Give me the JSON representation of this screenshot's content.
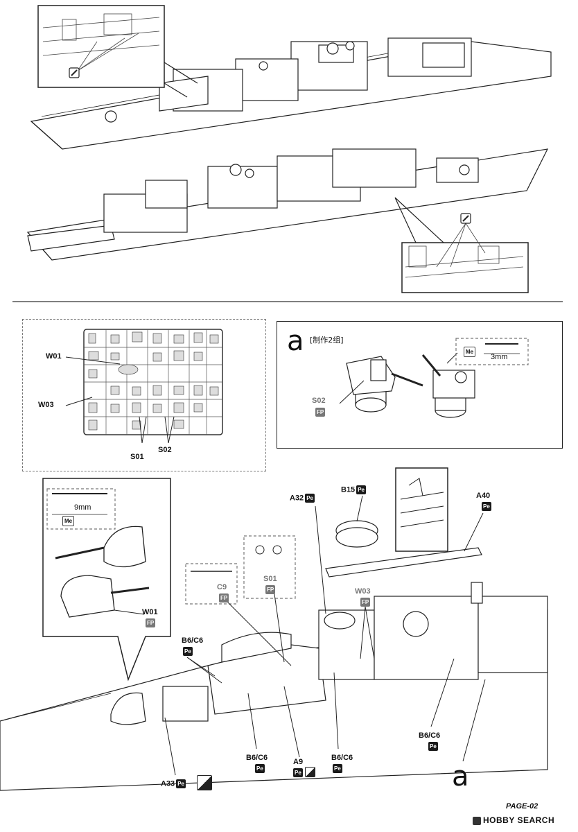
{
  "page": {
    "page_label": "PAGE-02",
    "watermark": "HOBBY SEARCH"
  },
  "top_section": {
    "inset_top_icon": "photo-etch-bend-icon",
    "inset_bottom_icon": "photo-etch-bend-icon"
  },
  "sprue_panel": {
    "labels": {
      "w01": "W01",
      "w03": "W03",
      "s01": "S01",
      "s02": "S02"
    }
  },
  "sub_assembly_a": {
    "letter": "a",
    "note": "[制作2组]",
    "part_s02": "S02",
    "part_s02_badge": "FP",
    "me_label": "Me",
    "measure": "3mm"
  },
  "main_gun_callout": {
    "me_label": "Me",
    "measure": "9mm",
    "part_w01": "W01",
    "part_w01_badge": "FP"
  },
  "labels": {
    "a32": "A32",
    "a32_badge": "Pe",
    "b15": "B15",
    "b15_badge": "Pe",
    "a40": "A40",
    "a40_badge": "Pe",
    "s01": "S01",
    "s01_badge": "FP",
    "c9": "C9",
    "c9_badge": "FP",
    "w03": "W03",
    "w03_badge": "FP",
    "b6c6_a": "B6/C6",
    "b6c6_a_badge": "Pe",
    "b6c6_b": "B6/C6",
    "b6c6_b_badge": "Pe",
    "b6c6_c": "B6/C6",
    "b6c6_c_badge": "Pe",
    "b6c6_d": "B6/C6",
    "b6c6_d_badge": "Pe",
    "a9": "A9",
    "a9_badge": "Pe",
    "a33": "A33",
    "a33_badge": "Pe",
    "sub_a_ref": "a"
  }
}
